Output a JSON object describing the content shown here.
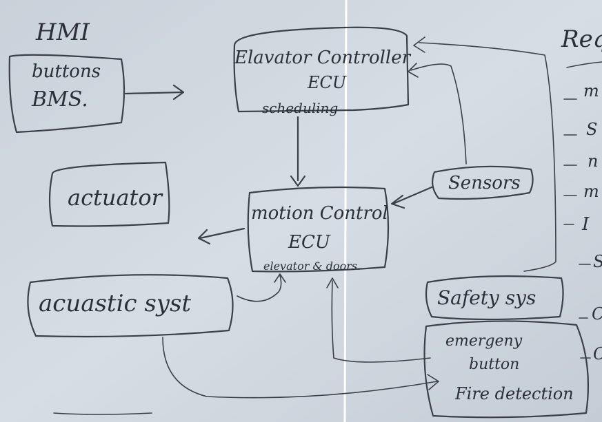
{
  "hmi": {
    "title": "HMI",
    "line1": "buttons",
    "line2": "BMS."
  },
  "elevator_controller": {
    "line1": "Elavator Controller",
    "line2": "ECU",
    "line3": "scheduling"
  },
  "actuator": {
    "label": "actuator"
  },
  "motion_control": {
    "line1": "motion Control",
    "line2": "ECU",
    "line3": "elevator & doors."
  },
  "sensors": {
    "label": "Sensors"
  },
  "acoustic": {
    "label": "acuastic syst"
  },
  "safety": {
    "label": "Safety sys"
  },
  "emergency": {
    "line1": "emergeny",
    "line2": "button",
    "line3": "Fire detection"
  },
  "requirements": {
    "heading": "Req",
    "items": [
      "m",
      "S",
      "n",
      "m",
      "I",
      "S",
      "C",
      "C"
    ]
  },
  "colors": {
    "board": "#cfd6de",
    "ink": "#2b2f3a",
    "frame": "#ffffff"
  }
}
